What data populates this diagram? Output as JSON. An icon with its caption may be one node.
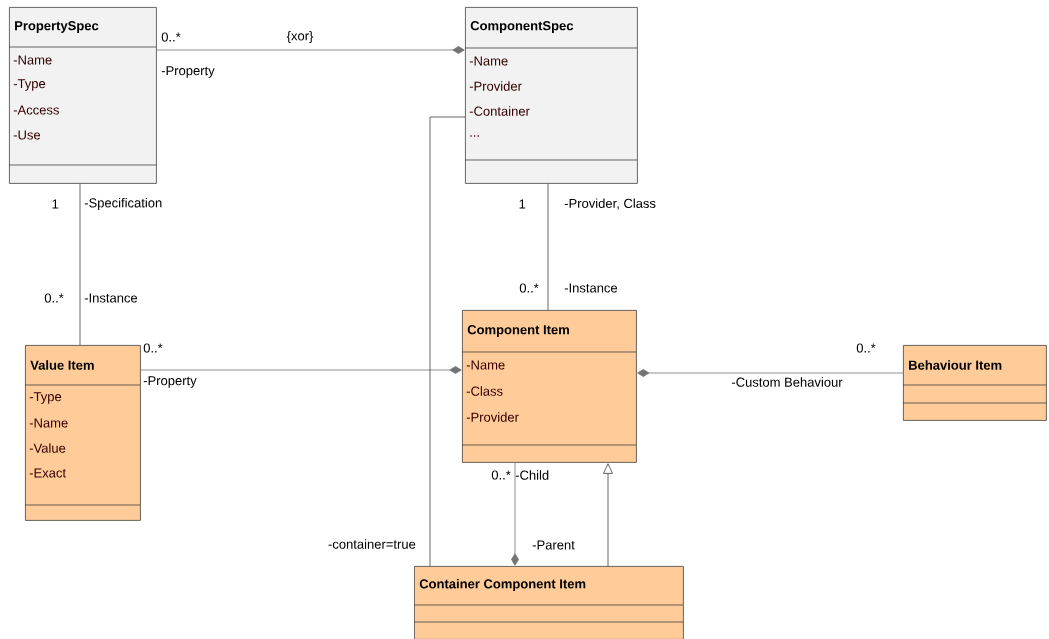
{
  "diagram": {
    "nodes": [
      {
        "text": [
          "PropertySpec",
          "-Name",
          "-Type",
          "-Access",
          "-Use"
        ]
      },
      {
        "text": [
          "ComponentSpec",
          "-Name",
          "-Provider",
          "-Container",
          "..."
        ]
      },
      {
        "text": [
          "Value Item",
          "-Type",
          "-Name",
          "-Value",
          "-Exact"
        ]
      },
      {
        "text": [
          "Component Item",
          "-Name",
          "-Class",
          "-Provider"
        ]
      },
      {
        "text": [
          "Behaviour Item"
        ]
      },
      {
        "text": [
          "Container Component Item"
        ]
      }
    ],
    "edges": [
      {
        "from": 0,
        "to": 1,
        "arrow": "other",
        "label": "{xor}"
      },
      {
        "from": 0,
        "to": 2,
        "arrow": "none"
      },
      {
        "from": 1,
        "to": 3,
        "arrow": "none"
      },
      {
        "from": 2,
        "to": 3,
        "arrow": "other"
      },
      {
        "from": 4,
        "to": 3,
        "arrow": "other"
      },
      {
        "from": 1,
        "to": 5,
        "arrow": "none",
        "label": "-container=true"
      },
      {
        "from": 3,
        "to": 5,
        "arrow": "other"
      },
      {
        "from": 5,
        "to": 3,
        "arrow": "to"
      }
    ],
    "labels": [
      "0..*",
      "-Property",
      "1",
      "-Specification",
      "1",
      "-Provider, Class",
      "0..*",
      "-Instance",
      "0..*",
      "-Instance",
      "0..*",
      "-Property",
      "0..*",
      "-Custom Behaviour",
      "0..*",
      "-Child",
      "-Parent"
    ]
  }
}
